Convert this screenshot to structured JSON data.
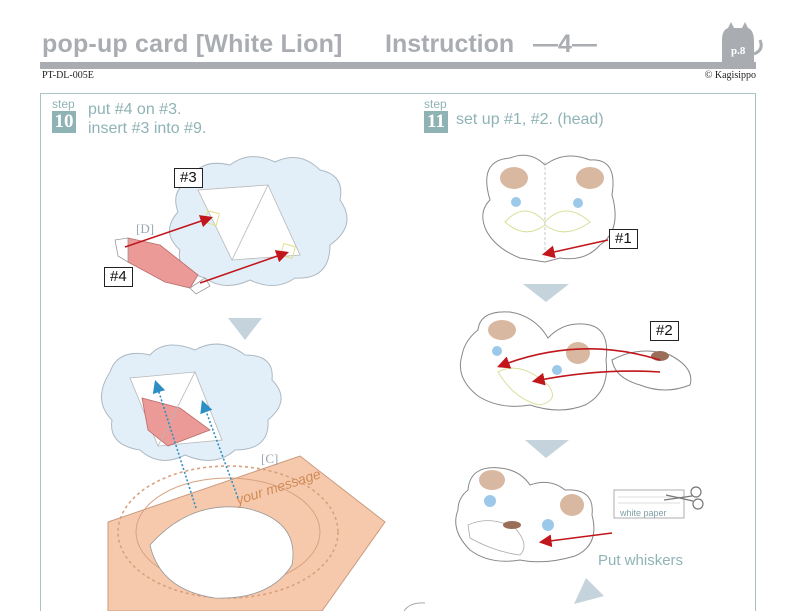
{
  "header": {
    "title": "pop-up card [White Lion]",
    "instruction": "Instruction",
    "page_marker": "—4—",
    "page_badge": "p.8",
    "code": "PT-DL-005E",
    "copyright": "© Kagisippo"
  },
  "step10": {
    "word": "step",
    "number": "10",
    "line1": "put #4 on #3.",
    "line2": "insert #3 into #9.",
    "label_3": "#3",
    "label_4": "#4",
    "label_D": "[D]",
    "label_C": "[C]",
    "message": "your message"
  },
  "step11": {
    "word": "step",
    "number": "11",
    "text": "set up #1, #2. (head)",
    "label_1": "#1",
    "label_2": "#2",
    "white_paper": "white paper",
    "whiskers": "Put whiskers"
  },
  "colors": {
    "header_gray": "#a9adb1",
    "step_teal": "#8fb3b5",
    "arrow_red": "#c0161c",
    "arrow_blue": "#2e8fc4",
    "pink_part": "#ec9a97",
    "card_tan": "#f6c9ad",
    "cloud_blue": "#dcecf6",
    "flow_arrow": "#c4d3dc"
  }
}
